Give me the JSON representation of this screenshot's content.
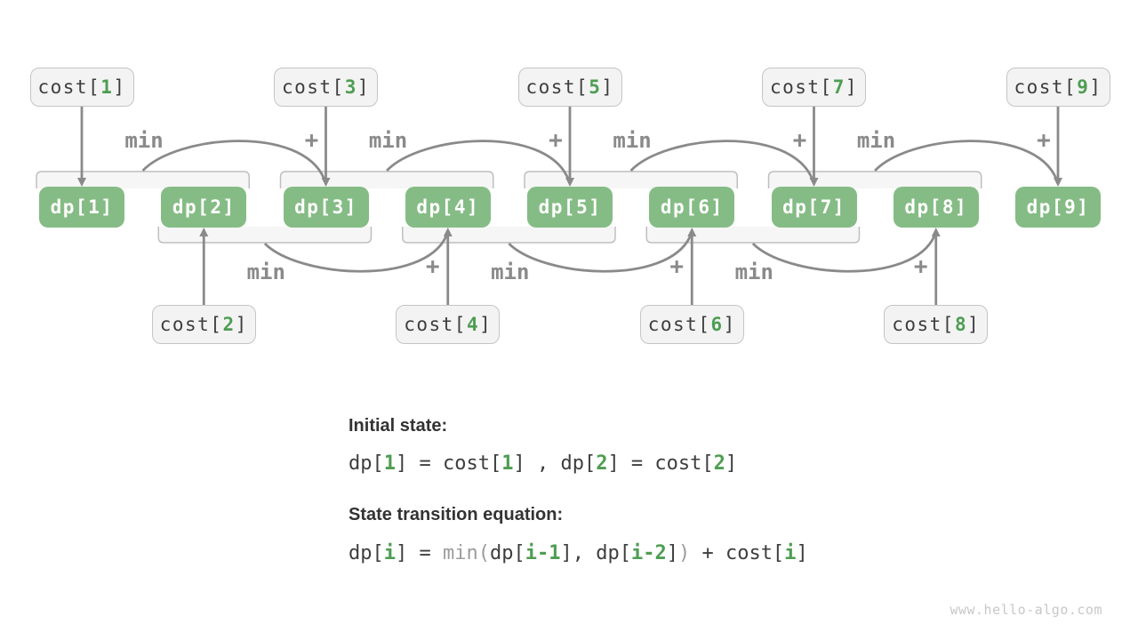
{
  "diagram": {
    "dp_nodes": [
      {
        "pre": "dp[",
        "num": "1",
        "post": "]"
      },
      {
        "pre": "dp[",
        "num": "2",
        "post": "]"
      },
      {
        "pre": "dp[",
        "num": "3",
        "post": "]"
      },
      {
        "pre": "dp[",
        "num": "4",
        "post": "]"
      },
      {
        "pre": "dp[",
        "num": "5",
        "post": "]"
      },
      {
        "pre": "dp[",
        "num": "6",
        "post": "]"
      },
      {
        "pre": "dp[",
        "num": "7",
        "post": "]"
      },
      {
        "pre": "dp[",
        "num": "8",
        "post": "]"
      },
      {
        "pre": "dp[",
        "num": "9",
        "post": "]"
      }
    ],
    "cost_nodes_top": [
      {
        "pre": "cost[",
        "num": "1",
        "post": "]"
      },
      {
        "pre": "cost[",
        "num": "3",
        "post": "]"
      },
      {
        "pre": "cost[",
        "num": "5",
        "post": "]"
      },
      {
        "pre": "cost[",
        "num": "7",
        "post": "]"
      },
      {
        "pre": "cost[",
        "num": "9",
        "post": "]"
      }
    ],
    "cost_nodes_bottom": [
      {
        "pre": "cost[",
        "num": "2",
        "post": "]"
      },
      {
        "pre": "cost[",
        "num": "4",
        "post": "]"
      },
      {
        "pre": "cost[",
        "num": "6",
        "post": "]"
      },
      {
        "pre": "cost[",
        "num": "8",
        "post": "]"
      }
    ],
    "min_label": "min",
    "plus_label": "+"
  },
  "text_block": {
    "initial_state_label": "Initial state:",
    "initial_state_formula": [
      {
        "t": "dp[",
        "k": "d"
      },
      {
        "t": "1",
        "k": "g"
      },
      {
        "t": "] = cost[",
        "k": "d"
      },
      {
        "t": "1",
        "k": "g"
      },
      {
        "t": "] , dp[",
        "k": "d"
      },
      {
        "t": "2",
        "k": "g"
      },
      {
        "t": "] = cost[",
        "k": "d"
      },
      {
        "t": "2",
        "k": "g"
      },
      {
        "t": "]",
        "k": "d"
      }
    ],
    "transition_label": "State transition equation:",
    "transition_formula": [
      {
        "t": "dp[",
        "k": "d"
      },
      {
        "t": "i",
        "k": "g"
      },
      {
        "t": "] = ",
        "k": "d"
      },
      {
        "t": "min",
        "k": "m"
      },
      {
        "t": "(",
        "k": "m"
      },
      {
        "t": "dp[",
        "k": "d"
      },
      {
        "t": "i-1",
        "k": "g"
      },
      {
        "t": "], dp[",
        "k": "d"
      },
      {
        "t": "i-2",
        "k": "g"
      },
      {
        "t": "]",
        "k": "d"
      },
      {
        "t": ")",
        "k": "m"
      },
      {
        "t": " + cost[",
        "k": "d"
      },
      {
        "t": "i",
        "k": "g"
      },
      {
        "t": "]",
        "k": "d"
      }
    ]
  },
  "watermark": "www.hello-algo.com",
  "colors": {
    "dp_fill": "#85bc85",
    "cost_fill": "#f3f3f3",
    "cost_border": "#c5c5c5",
    "bracket_fill": "#f6f6f6",
    "bracket_border": "#bfbfbf",
    "arrow": "#8a8a8a",
    "label_gray": "#8a8a8a",
    "text_dark": "#3e3e3e",
    "text_green": "#4e9d52",
    "text_eq_gray": "#9c9c9c",
    "watermark_gray": "#c8c8c8"
  }
}
